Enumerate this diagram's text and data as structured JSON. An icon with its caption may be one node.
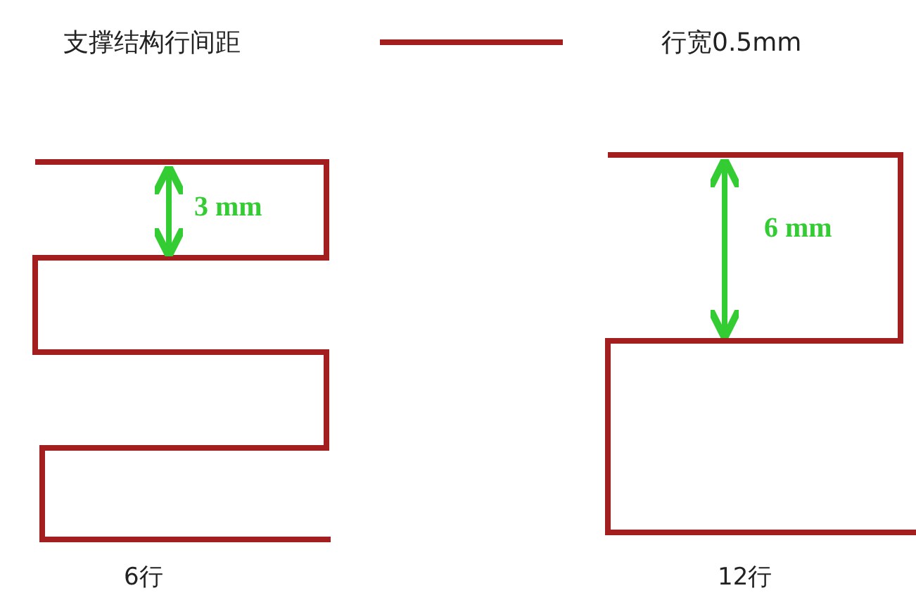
{
  "diagram": {
    "title": "支撑结构行间距",
    "labels": [
      "3 mm",
      "6 mm",
      "6行",
      "12行"
    ],
    "legend": [
      {
        "text": "行宽0.5mm"
      }
    ]
  }
}
